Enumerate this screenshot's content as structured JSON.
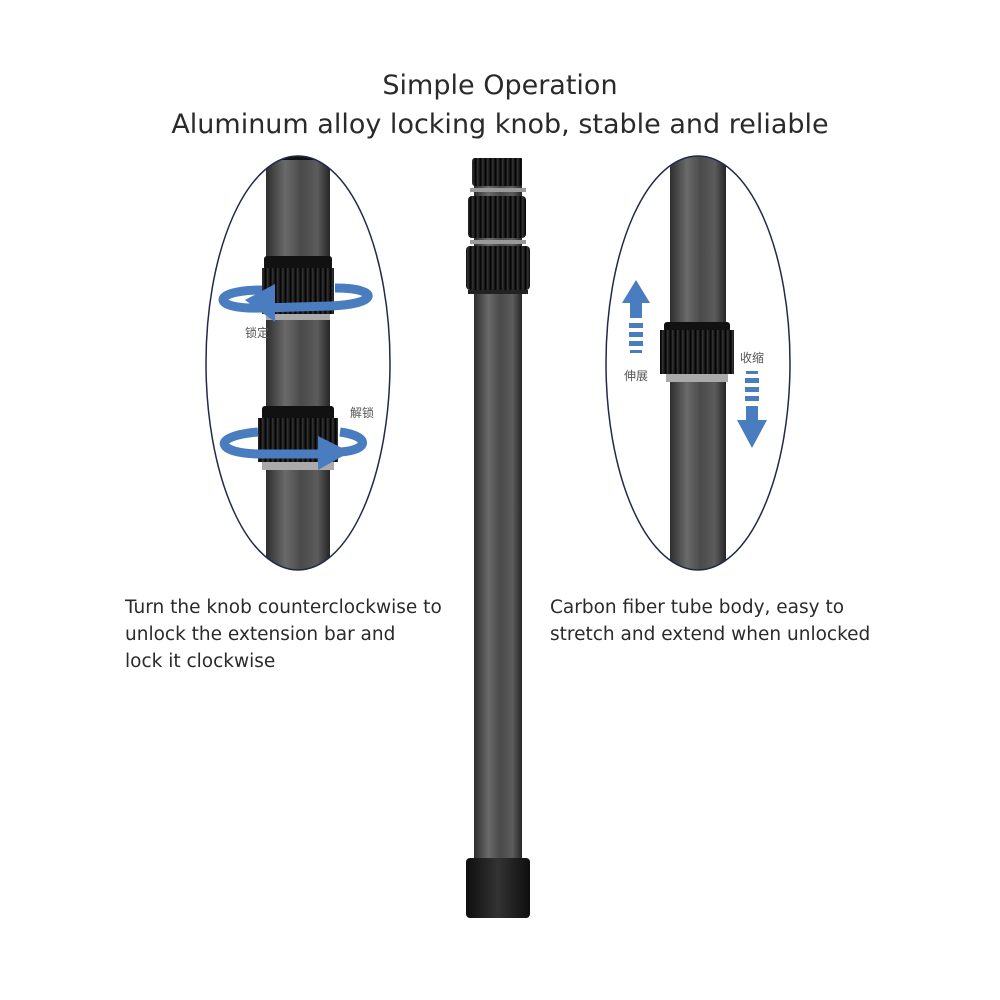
{
  "header": {
    "title": "Simple Operation",
    "subtitle": "Aluminum alloy locking knob, stable and reliable"
  },
  "left_detail": {
    "label_lock": "锁定",
    "label_unlock": "解锁",
    "caption_lines": [
      "Turn the knob counterclockwise to",
      "unlock the extension bar and",
      "lock it clockwise"
    ]
  },
  "right_detail": {
    "label_extend": "伸展",
    "label_retract": "收缩",
    "caption_lines": [
      "Carbon fiber tube body, easy to",
      "stretch and extend when unlocked"
    ]
  },
  "colors": {
    "arrow": "#4a7cc0",
    "oval_border": "#1f2a4a",
    "tube": "#4a4a4a",
    "knob": "#1c1c1c"
  }
}
